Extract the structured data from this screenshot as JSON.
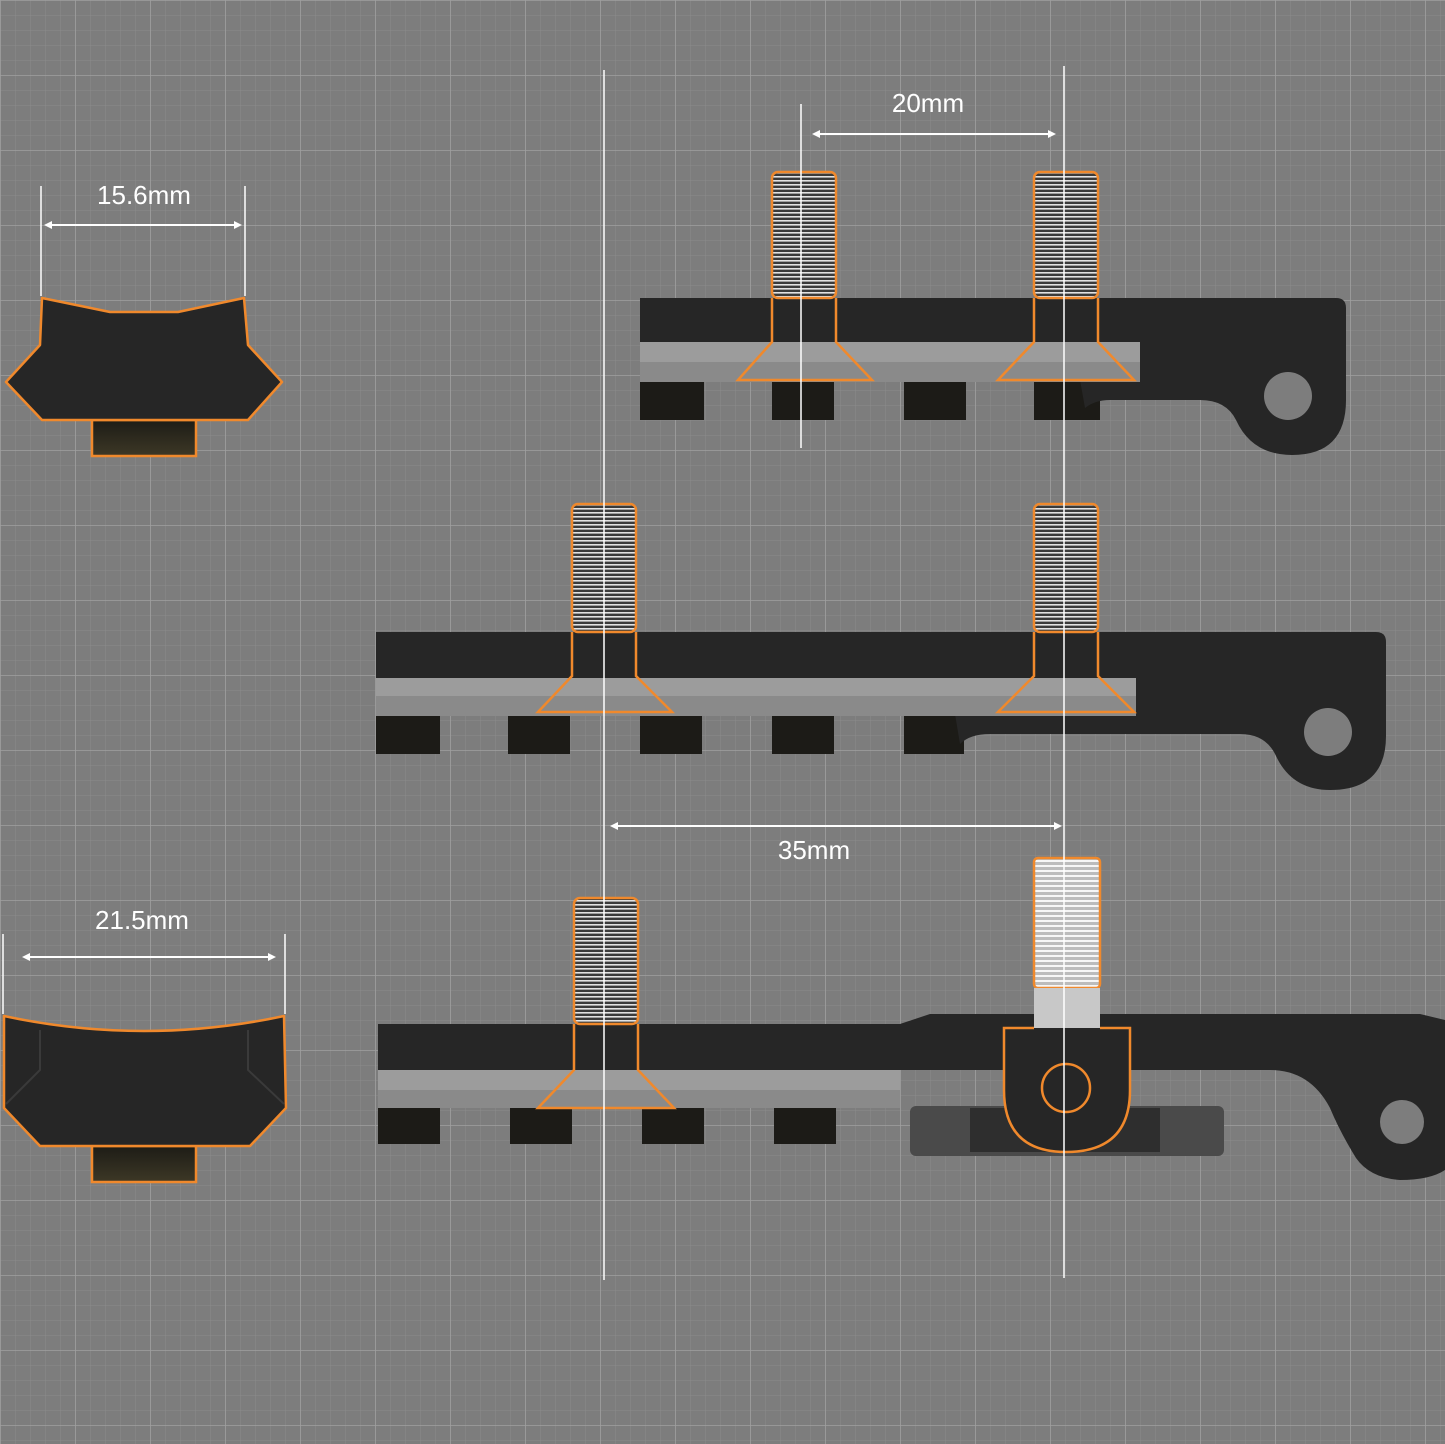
{
  "colors": {
    "background": "#7d7d7d",
    "grid_minor": "#8a8a8a",
    "grid_major": "#9a9a9a",
    "part_body": "#262626",
    "part_face": "#9e9e9e",
    "outline_accent": "#f0892c",
    "dimension_line": "#ffffff",
    "thread": "#d9d9d9"
  },
  "dimensions": {
    "profile_top_width": "15.6mm",
    "screw_spacing_short": "20mm",
    "screw_spacing_long": "35mm",
    "profile_bottom_width": "21.5mm"
  },
  "views": [
    "short-rail-side-view",
    "long-rail-side-view",
    "rail-with-pivot-mount-side-view",
    "narrow-rail-cross-section",
    "wide-rail-cross-section"
  ]
}
